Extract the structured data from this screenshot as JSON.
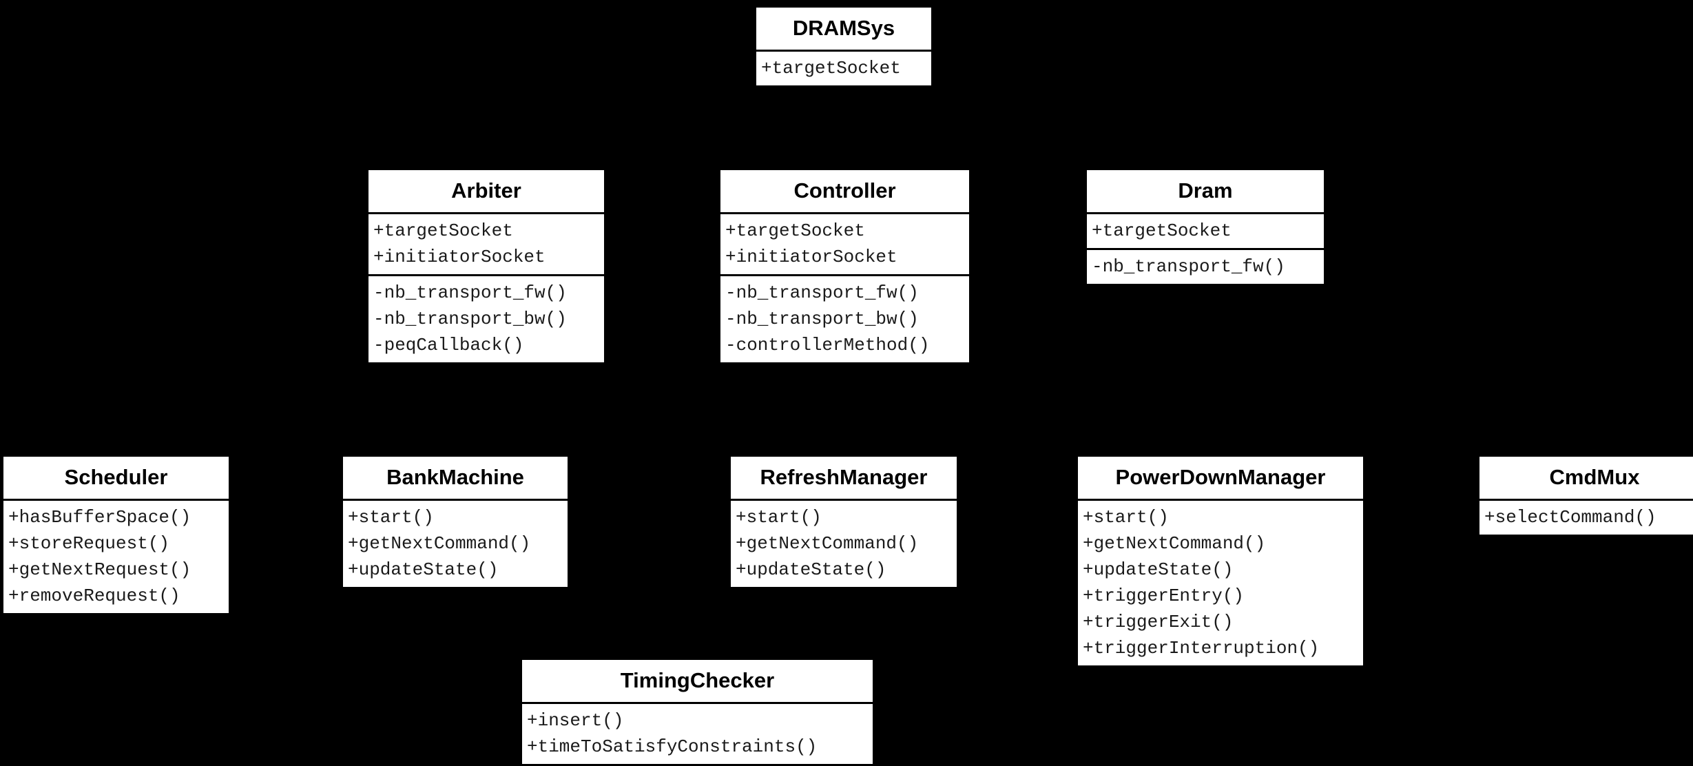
{
  "diagram": {
    "kind": "uml-class-diagram",
    "title": "DRAMSys",
    "background_color": "#000000",
    "box_fill_color": "#ffffff",
    "box_border_color": "#000000",
    "text_color": "#000000"
  },
  "classes": [
    {
      "id": "dramsys",
      "name": "DRAMSys",
      "attributes": [
        "+targetSocket"
      ],
      "methods": []
    },
    {
      "id": "arbiter",
      "name": "Arbiter",
      "attributes": [
        "+targetSocket",
        "+initiatorSocket"
      ],
      "methods": [
        "-nb_transport_fw()",
        "-nb_transport_bw()",
        "-peqCallback()"
      ]
    },
    {
      "id": "controller",
      "name": "Controller",
      "attributes": [
        "+targetSocket",
        "+initiatorSocket"
      ],
      "methods": [
        "-nb_transport_fw()",
        "-nb_transport_bw()",
        "-controllerMethod()"
      ]
    },
    {
      "id": "dram",
      "name": "Dram",
      "attributes": [
        "+targetSocket"
      ],
      "methods": [
        "-nb_transport_fw()"
      ]
    },
    {
      "id": "scheduler",
      "name": "Scheduler",
      "attributes": [],
      "methods": [
        "+hasBufferSpace()",
        "+storeRequest()",
        "+getNextRequest()",
        "+removeRequest()"
      ]
    },
    {
      "id": "bankmachine",
      "name": "BankMachine",
      "attributes": [],
      "methods": [
        "+start()",
        "+getNextCommand()",
        "+updateState()"
      ]
    },
    {
      "id": "refreshmanager",
      "name": "RefreshManager",
      "attributes": [],
      "methods": [
        "+start()",
        "+getNextCommand()",
        "+updateState()"
      ]
    },
    {
      "id": "powerdownmanager",
      "name": "PowerDownManager",
      "attributes": [],
      "methods": [
        "+start()",
        "+getNextCommand()",
        "+updateState()",
        "+triggerEntry()",
        "+triggerExit()",
        "+triggerInterruption()"
      ]
    },
    {
      "id": "cmdmux",
      "name": "CmdMux",
      "attributes": [],
      "methods": [
        "+selectCommand()"
      ]
    },
    {
      "id": "timingchecker",
      "name": "TimingChecker",
      "attributes": [],
      "methods": [
        "+insert()",
        "+timeToSatisfyConstraints()"
      ]
    }
  ]
}
